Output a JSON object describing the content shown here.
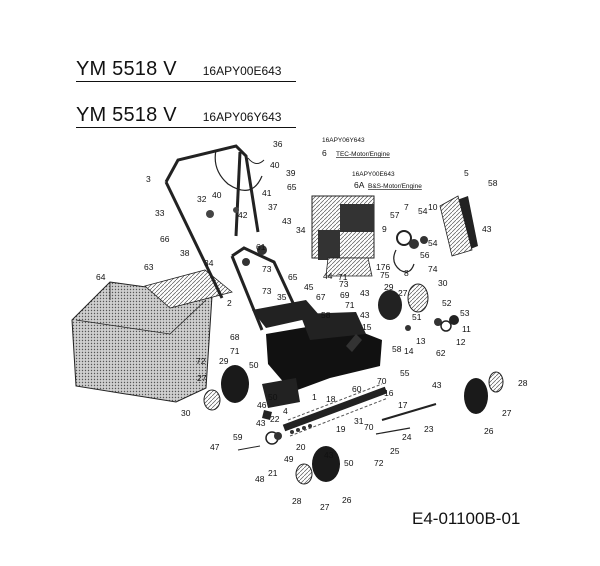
{
  "header": {
    "line1": {
      "model": "YM 5518 V",
      "code": "16APY00E643"
    },
    "line2": {
      "model": "YM 5518 V",
      "code": "16APY06Y643"
    }
  },
  "engine_notes": {
    "note1_code": "16APY06Y643",
    "note1_part": "6",
    "note1_text": "TEC-Motor/Engine",
    "note2_code": "16APY00E643",
    "note2_part": "6A",
    "note2_text": "B&S-Motor/Engine"
  },
  "document_id": "E4-01100B-01",
  "part_callouts": [
    "36",
    "39",
    "40",
    "3",
    "65",
    "41",
    "37",
    "40",
    "42",
    "32",
    "33",
    "66",
    "38",
    "43",
    "34",
    "61",
    "73",
    "73",
    "34",
    "65",
    "63",
    "2",
    "35",
    "64",
    "44",
    "71",
    "73",
    "43",
    "45",
    "69",
    "71",
    "67",
    "58",
    "43",
    "15",
    "68",
    "71",
    "50",
    "72",
    "29",
    "27",
    "46",
    "4",
    "30",
    "5",
    "58",
    "43",
    "7",
    "54",
    "10",
    "57",
    "9",
    "54",
    "56",
    "74",
    "8",
    "75",
    "176",
    "30",
    "29",
    "27",
    "52",
    "53",
    "51",
    "11",
    "12",
    "62",
    "58",
    "14",
    "13",
    "55",
    "70",
    "60",
    "16",
    "17",
    "18",
    "1",
    "50",
    "43",
    "23",
    "28",
    "27",
    "26",
    "24",
    "25",
    "72",
    "70",
    "31",
    "19",
    "22",
    "43",
    "59",
    "20",
    "49",
    "21",
    "47",
    "48",
    "43",
    "50",
    "28",
    "27",
    "26"
  ]
}
